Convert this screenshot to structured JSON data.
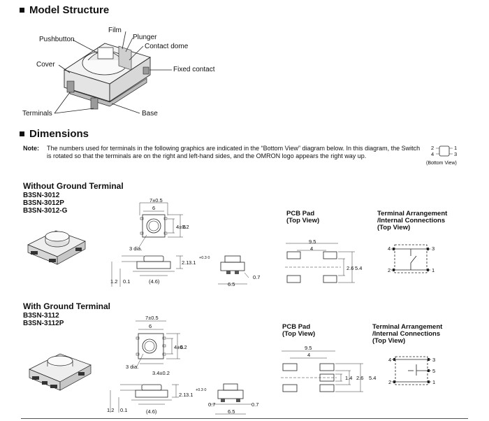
{
  "model_structure": {
    "heading": "Model Structure",
    "labels": {
      "film": "Film",
      "plunger": "Plunger",
      "pushbutton": "Pushbutton",
      "contact_dome": "Contact dome",
      "cover": "Cover",
      "fixed_contact": "Fixed contact",
      "terminals": "Terminals",
      "base": "Base"
    }
  },
  "dimensions": {
    "heading": "Dimensions",
    "note_label": "Note:",
    "note_text": "The numbers used for terminals in the following graphics are indicated in the “Bottom View” diagram below. In this diagram, the Switch is rotated so that the terminals are on the right and left-hand sides, and the OMRON logo appears the right way up.",
    "bottom_view": {
      "t2": "2",
      "t1": "1",
      "t4": "4",
      "t3": "3",
      "caption": "(Bottom View)"
    }
  },
  "without_ground": {
    "title": "Without Ground Terminal",
    "models": [
      "B3SN-3012",
      "B3SN-3012P",
      "B3SN-3012-G"
    ],
    "dims": {
      "w7": "7±0.5",
      "w6": "6",
      "h4": "4±0.2",
      "h6": "6",
      "dia": "3 dia.",
      "h21": "2.1",
      "h31": "3.1",
      "h31tol": "+0.3 0",
      "d12": "1.2",
      "d01": "0.1",
      "d46": "(4.6)",
      "d65": "6.5",
      "d07": "0.7"
    },
    "pcb": {
      "title": "PCB Pad",
      "sub": "(Top View)",
      "d95": "9.5",
      "d4": "4",
      "d26": "2.6",
      "d54": "5.4"
    },
    "terminal": {
      "title": "Terminal Arrangement",
      "sub": "/Internal Connections",
      "sub2": "(Top View)",
      "t4": "4",
      "t3": "3",
      "t2": "2",
      "t1": "1"
    }
  },
  "with_ground": {
    "title": "With Ground Terminal",
    "models": [
      "B3SN-3112",
      "B3SN-3112P"
    ],
    "dims": {
      "w7": "7±0.5",
      "w6": "6",
      "h4": "4±0.2",
      "h6": "6",
      "dia": "3 dia.",
      "w34": "3.4±0.2",
      "h21": "2.1",
      "h31": "3.1",
      "h31tol": "+0.3 0",
      "d12": "1.2",
      "d01": "0.1",
      "d46": "(4.6)",
      "d65": "6.5",
      "d07a": "0.7",
      "d07b": "0.7"
    },
    "pcb": {
      "title": "PCB Pad",
      "sub": "(Top View)",
      "d95": "9.5",
      "d4": "4",
      "d14": "1.4",
      "d26": "2.6",
      "d54": "5.4"
    },
    "terminal": {
      "title": "Terminal Arrangement",
      "sub": "/Internal Connections",
      "sub2": "(Top View)",
      "t4": "4",
      "t3": "3",
      "t5": "5",
      "t2": "2",
      "t1": "1"
    }
  }
}
